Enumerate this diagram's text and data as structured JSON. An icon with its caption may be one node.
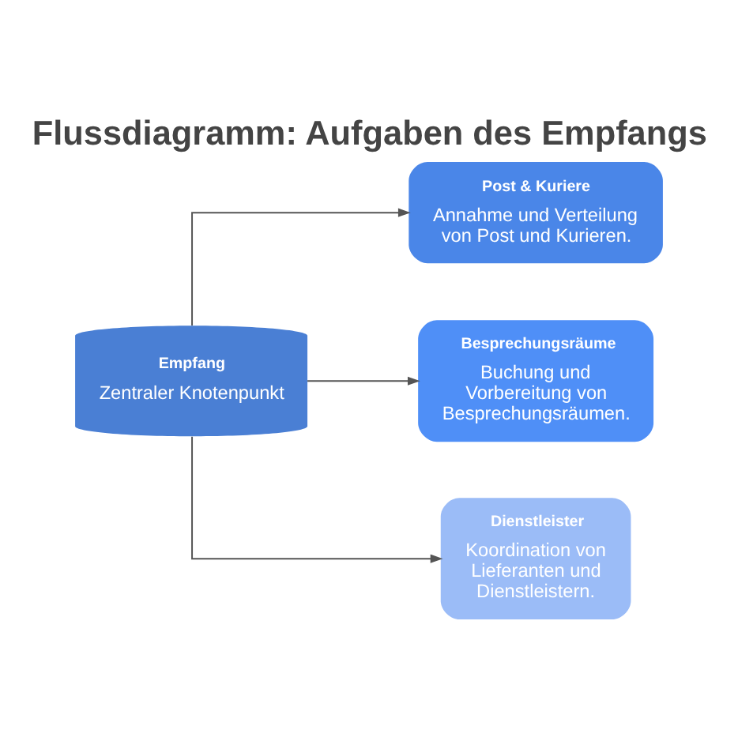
{
  "diagram": {
    "title": "Flussdiagramm: Aufgaben des Empfangs",
    "nodes": [
      {
        "text": [
          "Empfang",
          "Zentraler Knotenpunkt"
        ]
      },
      {
        "text": [
          "Post & Kuriere",
          "Annahme und Verteilung von Post und Kurieren."
        ]
      },
      {
        "text": [
          "Besprechungsräume",
          "Buchung und Vorbereitung von Besprechungsräumen."
        ]
      },
      {
        "text": [
          "Dienstleister",
          "Koordination von Lieferanten und Dienstleistern."
        ]
      }
    ],
    "edges": [
      {
        "from": 0,
        "to": 1,
        "arrow": "to"
      },
      {
        "from": 0,
        "to": 2,
        "arrow": "to"
      },
      {
        "from": 0,
        "to": 3,
        "arrow": "to"
      }
    ]
  }
}
